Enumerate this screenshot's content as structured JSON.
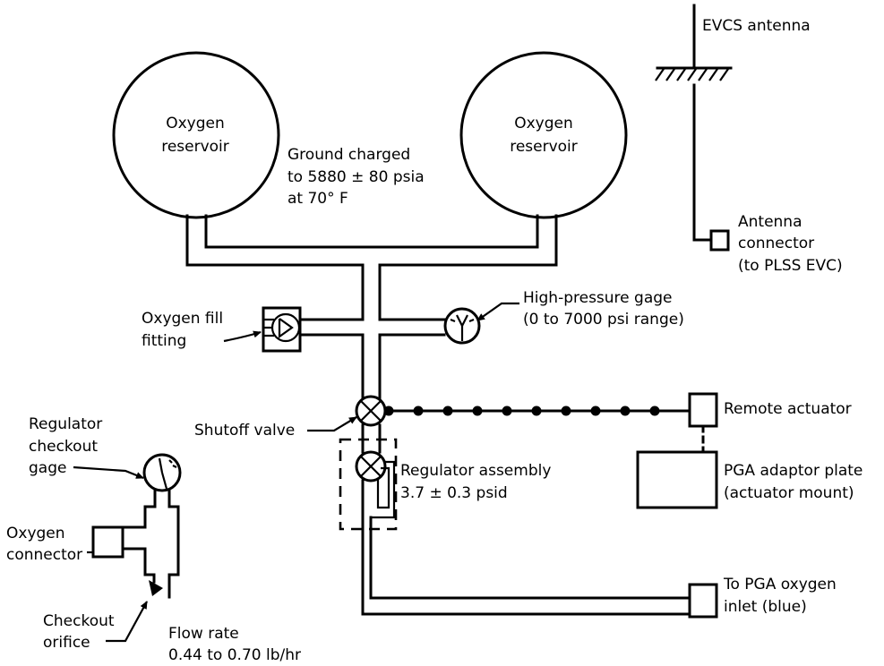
{
  "diagram": {
    "colors": {
      "line": "#000000",
      "background": "#ffffff"
    },
    "labels": {
      "reservoir_left": [
        "Oxygen",
        "reservoir"
      ],
      "reservoir_right": [
        "Oxygen",
        "reservoir"
      ],
      "ground_charged": [
        "Ground charged",
        "to 5880 ± 80 psia",
        "at 70° F"
      ],
      "evcs_antenna": "EVCS antenna",
      "antenna_connector": [
        "Antenna",
        "connector",
        "(to PLSS EVC)"
      ],
      "oxygen_fill_fitting": [
        "Oxygen fill",
        "fitting"
      ],
      "high_pressure_gage": [
        "High-pressure gage",
        "(0 to 7000 psi range)"
      ],
      "shutoff_valve": "Shutoff valve",
      "remote_actuator": "Remote actuator",
      "pga_adaptor_plate": [
        "PGA adaptor plate",
        "(actuator mount)"
      ],
      "regulator_assembly": [
        "Regulator assembly",
        "3.7 ± 0.3 psid"
      ],
      "to_pga_oxygen_inlet": [
        "To PGA oxygen",
        "inlet (blue)"
      ],
      "regulator_checkout_gage": [
        "Regulator",
        "checkout",
        "gage"
      ],
      "oxygen_connector": [
        "Oxygen",
        "connector"
      ],
      "checkout_orifice": [
        "Checkout",
        "orifice"
      ],
      "flow_rate": [
        "Flow rate",
        "0.44 to 0.70 lb/hr"
      ]
    }
  }
}
